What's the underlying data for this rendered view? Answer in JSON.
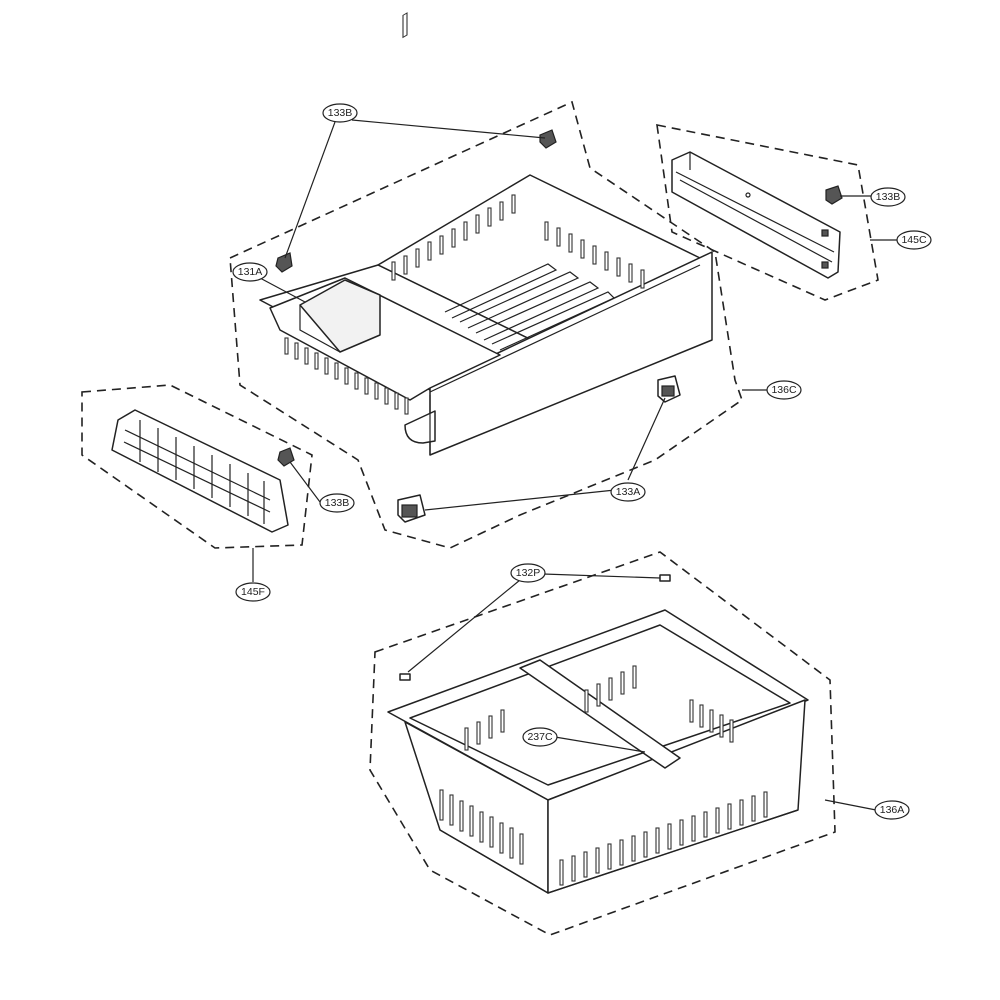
{
  "callouts": {
    "c133B_top": "133B",
    "c133B_right": "133B",
    "c145C": "145C",
    "c131A": "131A",
    "c136C": "136C",
    "c133B_left": "133B",
    "c133A": "133A",
    "c145F": "145F",
    "c132P": "132P",
    "c237C": "237C",
    "c136A": "136A"
  }
}
